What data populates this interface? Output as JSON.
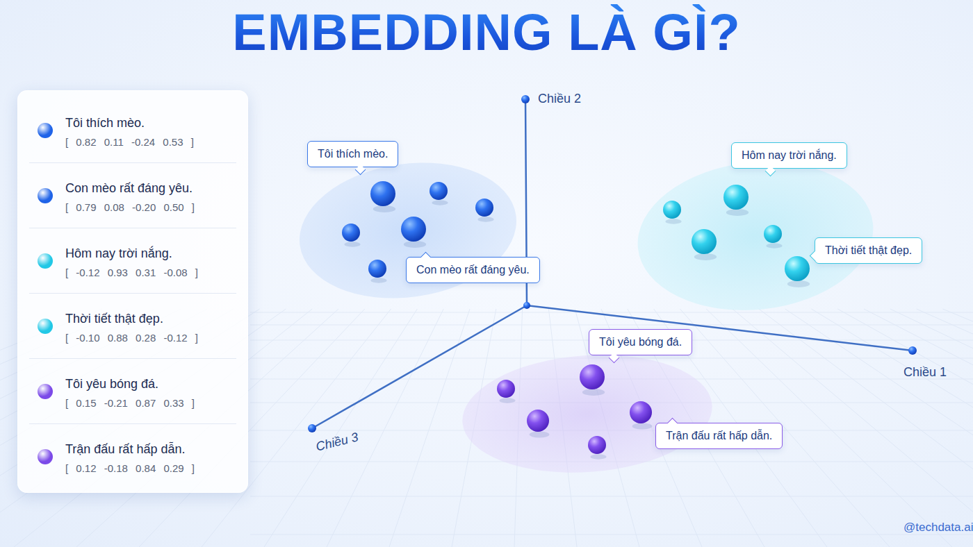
{
  "diagram": {
    "title": "EMBEDDING LÀ GÌ?",
    "nodes": [
      {
        "text": [
          "Tôi thích mèo.",
          "[ 0.82 0.11 -0.24 0.53 ]",
          "Con mèo rất đáng yêu.",
          "[ 0.79 0.08 -0.20 0.50 ]",
          "Hôm nay trời nắng.",
          "[ -0.12 0.93 0.31 -0.08 ]",
          "Thời tiết thật đẹp.",
          "[ -0.10 0.88 0.28 -0.12 ]",
          "Tôi yêu bóng đá.",
          "[ 0.15 -0.21 0.87 0.33 ]",
          "Trận đấu rất hấp dẫn.",
          "[ 0.12 -0.18 0.84 0.29 ]"
        ]
      },
      {
        "text": [
          "Tôi thích mèo."
        ]
      },
      {
        "text": [
          "Con mèo rất đáng yêu."
        ]
      },
      {
        "text": [
          "Hôm nay trời nắng."
        ]
      },
      {
        "text": [
          "Thời tiết thật đẹp."
        ]
      },
      {
        "text": [
          "Tôi yêu bóng đá."
        ]
      },
      {
        "text": [
          "Trận đấu rất hấp dẫn."
        ]
      }
    ],
    "labels": [
      "Chiều 2",
      "Chiều 1",
      "Chiều 3",
      "@techdata.ai"
    ]
  }
}
